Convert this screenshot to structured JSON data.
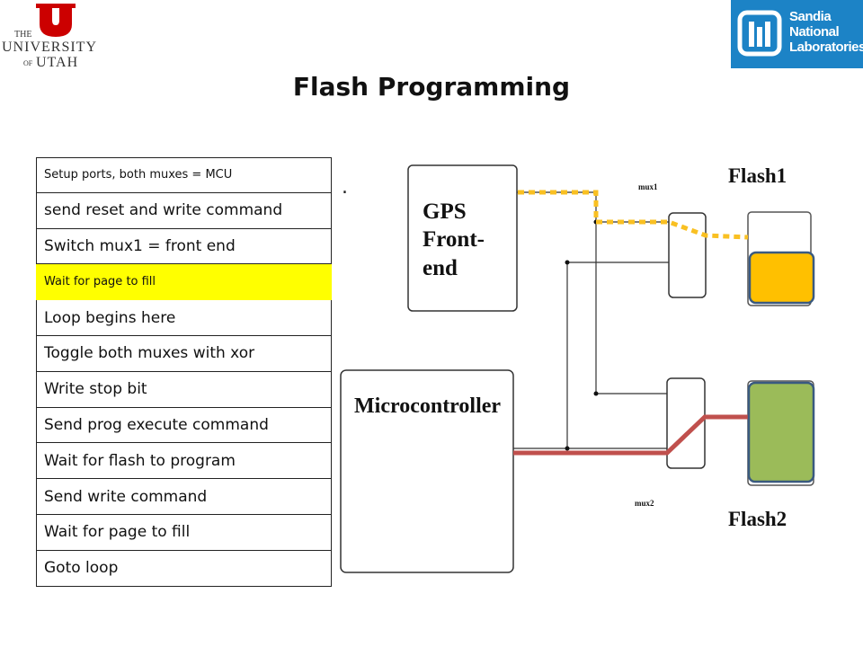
{
  "logos": {
    "utah": {
      "the": "THE",
      "university": "UNIVERSITY",
      "of": "OF",
      "utah": "UTAH",
      "color": "#cc0000"
    },
    "sandia": {
      "line1": "Sandia",
      "line2": "National",
      "line3": "Laboratories",
      "color": "#1c83c6"
    }
  },
  "title": "Flash Programming",
  "steps": [
    {
      "label": "Setup ports, both muxes = MCU",
      "small": true,
      "highlight": false
    },
    {
      "label": "send reset and write command",
      "small": false,
      "highlight": false
    },
    {
      "label": "Switch mux1 = front end",
      "small": false,
      "highlight": false
    },
    {
      "label": "Wait for page to fill",
      "small": true,
      "highlight": true
    },
    {
      "label": "Loop begins here",
      "small": false,
      "highlight": false
    },
    {
      "label": "Toggle both muxes with xor",
      "small": false,
      "highlight": false
    },
    {
      "label": "Write stop bit",
      "small": false,
      "highlight": false
    },
    {
      "label": "Send prog execute command",
      "small": false,
      "highlight": false
    },
    {
      "label": "Wait for flash to program",
      "small": false,
      "highlight": false
    },
    {
      "label": "Send write command",
      "small": false,
      "highlight": false
    },
    {
      "label": "Wait for page to fill",
      "small": false,
      "highlight": false
    },
    {
      "label": "Goto loop",
      "small": false,
      "highlight": false
    }
  ],
  "diagram": {
    "gps_line1": "GPS",
    "gps_line2": "Front-",
    "gps_line3": "end",
    "microcontroller": "Microcontroller",
    "mux1": "mux1",
    "mux2": "mux2",
    "flash1": "Flash1",
    "flash2": "Flash2",
    "dot": ".",
    "colors": {
      "active_path_gps": "#f9c022",
      "active_path_mcu": "#c0504d",
      "flash1_fill": "#ffc000",
      "flash2_fill": "#9bbb59",
      "flash_border": "#3a5a80"
    }
  }
}
